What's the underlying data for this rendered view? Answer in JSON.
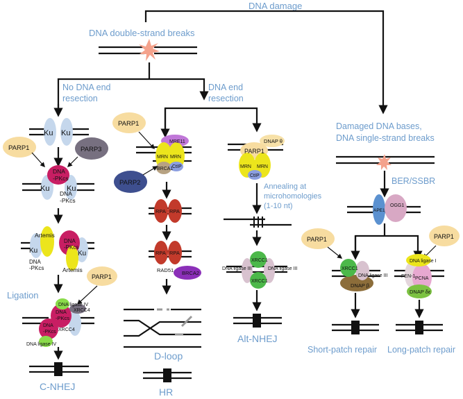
{
  "top": {
    "dna_damage": "DNA  damage",
    "dsb": "DNA double-strand  breaks"
  },
  "branches": {
    "no_resection_1": "No DNA end",
    "no_resection_2": "resection",
    "resection_1": "DNA end",
    "resection_2": "resection",
    "damaged_1": "Damaged DNA bases,",
    "damaged_2": "DNA single-strand breaks",
    "ber": "BER/SSBR",
    "annealing_1": "Annealing at",
    "annealing_2": "microhomologies",
    "annealing_3": "(1-10 nt)",
    "ligation": "Ligation"
  },
  "outcomes": {
    "cnhej": "C-NHEJ",
    "dloop": "D-loop",
    "hr": "HR",
    "altnhej": "Alt-NHEJ",
    "short_patch": "Short-patch repair",
    "long_patch": "Long-patch repair"
  },
  "proteins": {
    "ku": "Ku",
    "parp1": "PARP1",
    "parp2": "PARP2",
    "parp3": "PARP3",
    "dnapk_1": "DNA",
    "dnapk_2": "-PKcs",
    "artemis": "Artemis",
    "ligase4": "DNA ligase IV",
    "xrcc4": "XRCC4",
    "mre11": "MRE11",
    "mrn": "MRN",
    "brca1": "BRCA1",
    "ctip": "CtIP",
    "rpa": "RPA",
    "rad51": "RAD51",
    "brca2": "BRCA2",
    "dnapol_theta": "DNAP θ",
    "xrcc1": "XRCC1",
    "ligase3": "DNA ligase III",
    "ape1": "APE1",
    "ogg1": "OGG1",
    "dnap_beta": "DNAP β",
    "ligase1": "DNA ligase I",
    "fen1": "FEN-1",
    "pcna": "PCNA",
    "dnap_delta": "DNAP δε"
  },
  "colors": {
    "label_blue": "#6d9ccc",
    "ku": "#c5d7ec",
    "parp1": "#f7dca0",
    "dnapk": "#c81e63",
    "mrn": "#ece51c",
    "rpa": "#c23a2b",
    "xrcc1": "#4cb84a",
    "brca2": "#8b2fb8",
    "star": "#f4a28c"
  }
}
